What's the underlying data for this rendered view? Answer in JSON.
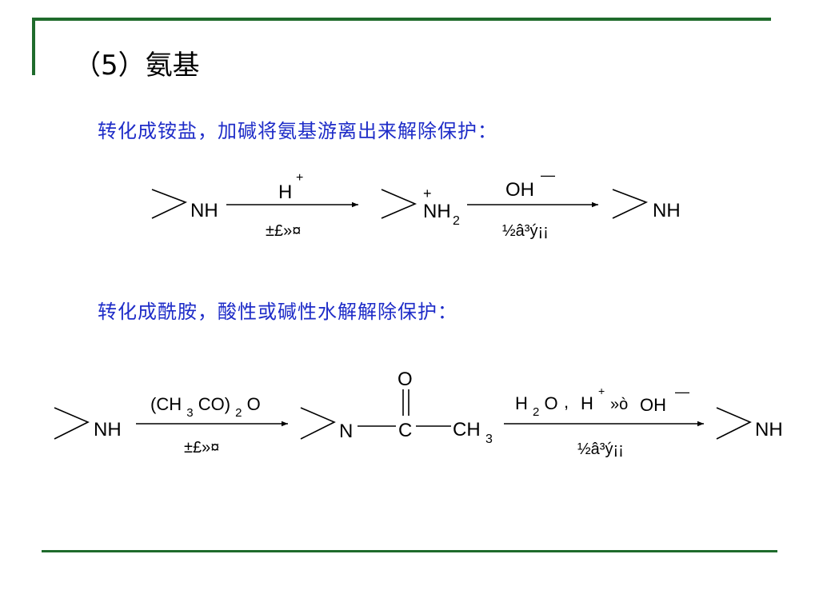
{
  "title": "（5）氨基",
  "colors": {
    "rule": "#1f6b2c",
    "description": "#1e2cc8",
    "ink": "#000000"
  },
  "scheme1": {
    "description": "转化成铵盐，加碱将氨基游离出来解除保护：",
    "amine_label": "NH",
    "step1_top": "H",
    "step1_top_charge": "+",
    "step1_bottom": "±£»¤",
    "ammonium_charge": "+",
    "ammonium_label": "NH",
    "ammonium_sub": "2",
    "step2_top": "OH",
    "step2_top_charge": "—",
    "step2_bottom": "½â³ý¡¡",
    "product_label": "NH"
  },
  "scheme2": {
    "description": "转化成酰胺，酸性或碱性水解解除保护：",
    "amine_label": "NH",
    "reagent": [
      "(CH",
      "3",
      "CO)",
      "2",
      "O"
    ],
    "step1_bottom": "±£»¤",
    "amide_N": "N",
    "amide_C": "C",
    "amide_O": "O",
    "amide_methyl": "CH",
    "amide_methyl_sub": "3",
    "hydrolysis_h2o": [
      "H",
      "2",
      "O"
    ],
    "hydrolysis_comma": ",",
    "hydrolysis_H": "H",
    "hydrolysis_H_charge": "+",
    "hydrolysis_or": "»ò",
    "hydrolysis_OH": "OH",
    "hydrolysis_OH_charge": "—",
    "step2_bottom": "½â³ý¡¡",
    "product_label": "NH"
  }
}
